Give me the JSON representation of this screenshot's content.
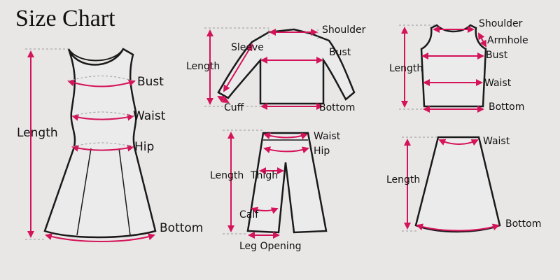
{
  "title": "Size Chart",
  "accent_color": "#d4145a",
  "outline_color": "#1a1a1a",
  "guide_color": "#888888",
  "dress": {
    "labels": {
      "bust": "Bust",
      "waist": "Waist",
      "hip": "Hip",
      "length": "Length",
      "bottom": "Bottom"
    }
  },
  "jacket": {
    "labels": {
      "shoulder": "Shoulder",
      "sleeve": "Sleeve",
      "bust": "Bust",
      "length": "Length",
      "cuff": "Cuff",
      "bottom": "Bottom"
    }
  },
  "tank": {
    "labels": {
      "shoulder": "Shoulder",
      "armhole": "Armhole",
      "bust": "Bust",
      "length": "Length",
      "waist": "Waist",
      "bottom": "Bottom"
    }
  },
  "pants": {
    "labels": {
      "waist": "Waist",
      "hip": "Hip",
      "length": "Length",
      "thigh": "Thigh",
      "calf": "Calf",
      "leg_opening": "Leg Opening"
    }
  },
  "skirt": {
    "labels": {
      "waist": "Waist",
      "length": "Length",
      "bottom": "Bottom"
    }
  }
}
